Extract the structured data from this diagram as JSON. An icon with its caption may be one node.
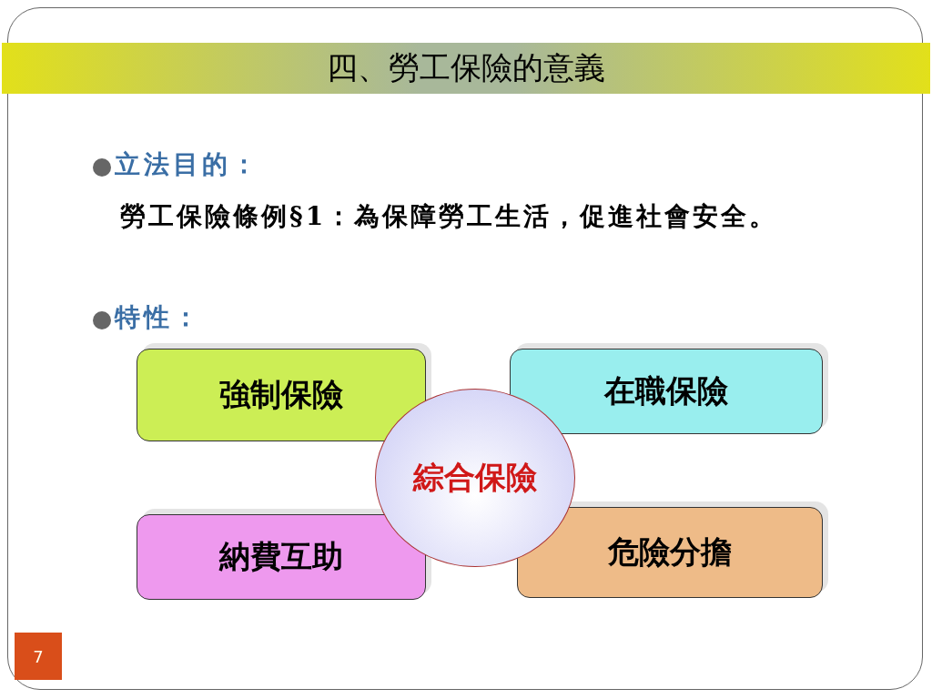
{
  "diagram": {
    "title": "四、勞工保險的意義",
    "nodes": [
      {
        "text": [
          "強制保險"
        ]
      },
      {
        "text": [
          "在職保險"
        ]
      },
      {
        "text": [
          "綜合保險"
        ]
      },
      {
        "text": [
          "納費互助"
        ]
      },
      {
        "text": [
          "危險分擔"
        ]
      }
    ],
    "labels": [
      "立法目的：",
      "勞工保險條例§1：為保障勞工生活，促進社會安全。",
      "特性：",
      "7"
    ]
  }
}
